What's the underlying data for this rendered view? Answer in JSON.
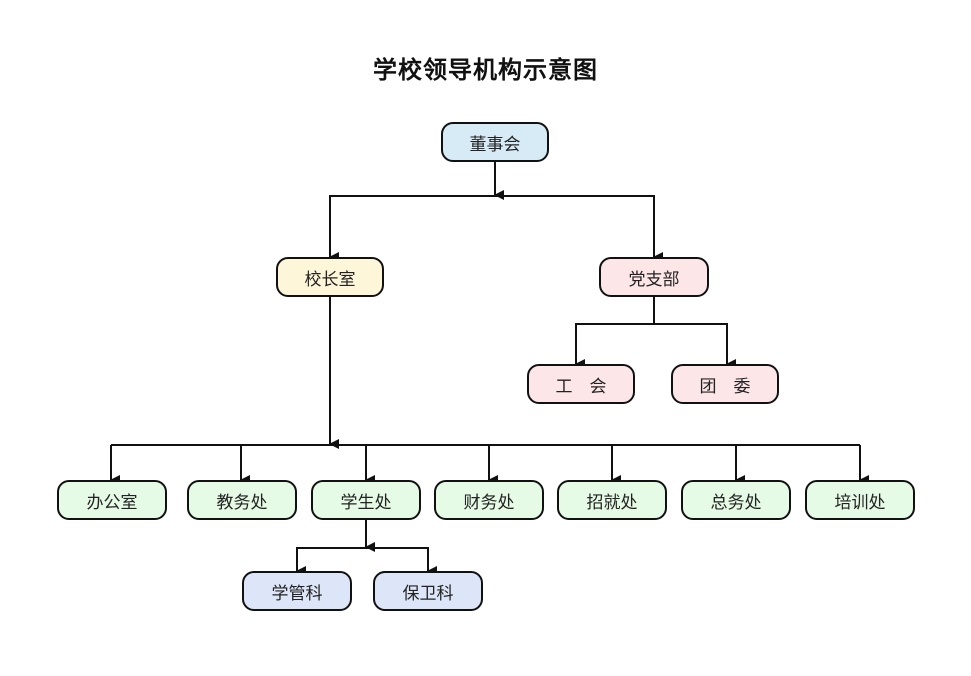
{
  "title": "学校领导机构示意图",
  "nodes": {
    "board": {
      "label": "董事会",
      "color": "#d7ebf6"
    },
    "principal": {
      "label": "校长室",
      "color": "#fdf6d8"
    },
    "party": {
      "label": "党支部",
      "color": "#fde6e8"
    },
    "union": {
      "label": "工　会",
      "color": "#fde6e8"
    },
    "league": {
      "label": "团　委",
      "color": "#fde6e8"
    },
    "office": {
      "label": "办公室",
      "color": "#e6fbe6"
    },
    "academic": {
      "label": "教务处",
      "color": "#e6fbe6"
    },
    "student": {
      "label": "学生处",
      "color": "#e6fbe6"
    },
    "finance": {
      "label": "财务处",
      "color": "#e6fbe6"
    },
    "enrollment": {
      "label": "招就处",
      "color": "#e6fbe6"
    },
    "general": {
      "label": "总务处",
      "color": "#e6fbe6"
    },
    "training": {
      "label": "培训处",
      "color": "#e6fbe6"
    },
    "student_mgmt": {
      "label": "学管科",
      "color": "#dde6f8"
    },
    "security": {
      "label": "保卫科",
      "color": "#dde6f8"
    }
  },
  "edges": [
    [
      "board",
      "principal"
    ],
    [
      "board",
      "party"
    ],
    [
      "party",
      "union"
    ],
    [
      "party",
      "league"
    ],
    [
      "principal",
      "office"
    ],
    [
      "principal",
      "academic"
    ],
    [
      "principal",
      "student"
    ],
    [
      "principal",
      "finance"
    ],
    [
      "principal",
      "enrollment"
    ],
    [
      "principal",
      "general"
    ],
    [
      "principal",
      "training"
    ],
    [
      "student",
      "student_mgmt"
    ],
    [
      "student",
      "security"
    ]
  ]
}
